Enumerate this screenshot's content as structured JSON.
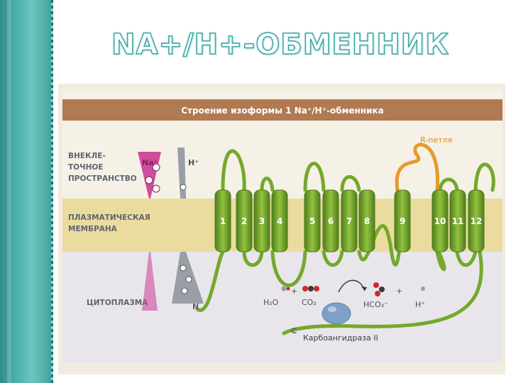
{
  "slide": {
    "title": "NA+/H+-ОБМЕННИК"
  },
  "figure": {
    "header": "Строение изоформы 1 Na⁺/H⁺-обменника",
    "regions": {
      "extracellular": [
        "ВНЕКЛЕ-",
        "ТОЧНОЕ",
        "ПРОСТРАНСТВО"
      ],
      "membrane": [
        "ПЛАЗМАТИЧЕСКАЯ",
        "МЕМБРАНА"
      ],
      "cytoplasm": "ЦИТОПЛАЗМА"
    },
    "ions": {
      "na": "Na⁺",
      "h": "H⁺"
    },
    "r_loop": "R-петля",
    "helices": [
      "1",
      "2",
      "3",
      "4",
      "5",
      "6",
      "7",
      "8",
      "9",
      "10",
      "11",
      "12"
    ],
    "terminals": {
      "n": "N",
      "c": "C"
    },
    "reaction": {
      "h2o": "H₂O",
      "plus1": "+",
      "co2": "CO₂",
      "hco3": "HCO₃⁻",
      "plus2": "+",
      "h": "H⁺"
    },
    "enzyme": "Карбоангидраза II"
  },
  "colors": {
    "accent_teal": "#3aa7a2",
    "header_brown": "#b07a52",
    "helix_green": "#74a82c",
    "membrane_band": "#eadc9f",
    "na_magenta": "#cc3a93",
    "h_gray": "#9a9ea6",
    "r_loop_orange": "#e69a2e",
    "enzyme_blue": "#7f9fc7"
  }
}
